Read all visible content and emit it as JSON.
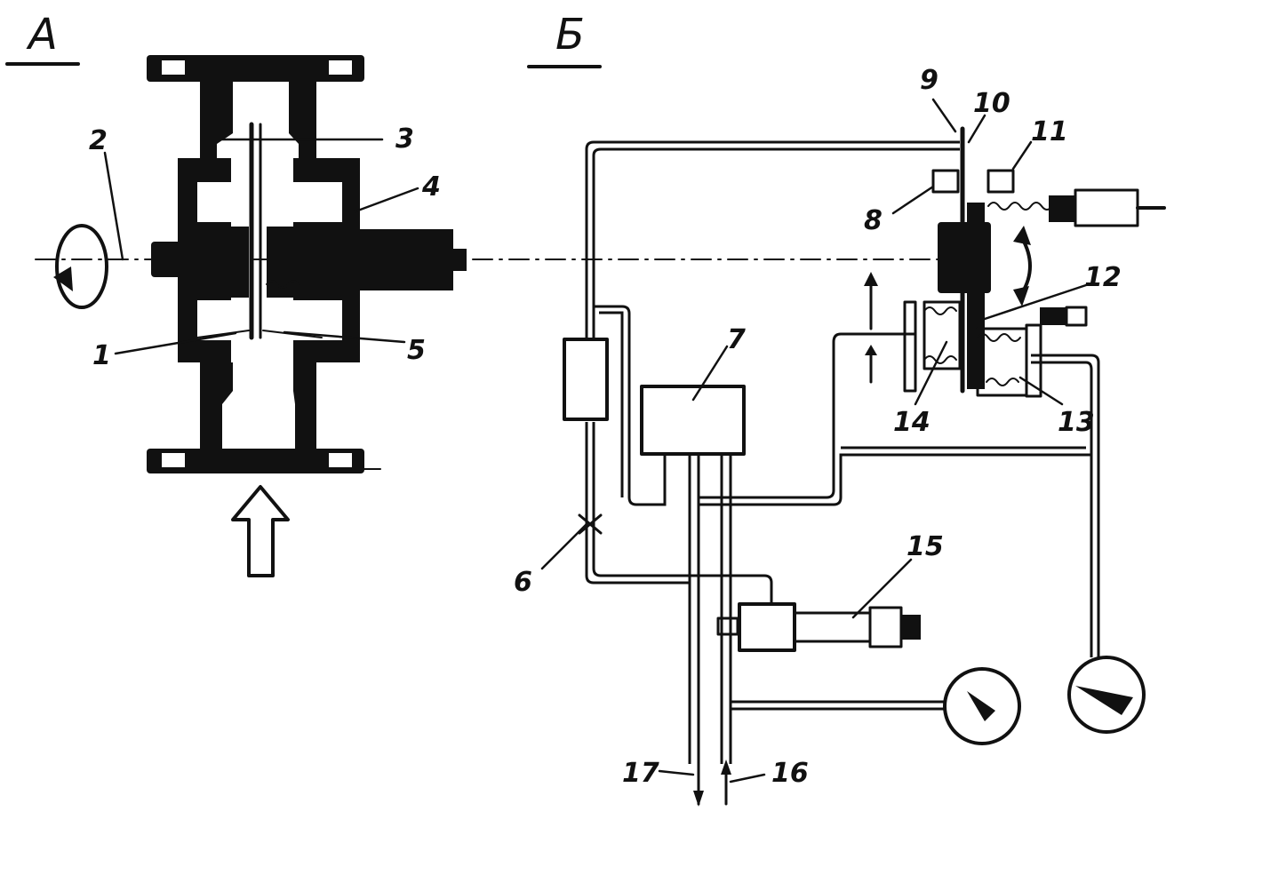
{
  "sections": {
    "a": "А",
    "b": "Б"
  },
  "labels": {
    "n1": "1",
    "n2": "2",
    "n3": "3",
    "n4": "4",
    "n5": "5",
    "n6": "6",
    "n7": "7",
    "n8": "8",
    "n9": "9",
    "n10": "10",
    "n11": "11",
    "n12": "12",
    "n13": "13",
    "n14": "14",
    "n15": "15",
    "n16": "16",
    "n17": "17"
  },
  "colors": {
    "ink": "#111111",
    "paper": "#ffffff"
  },
  "icons": [
    "rotation-arrow-icon",
    "flow-arrow-icon",
    "pressure-gauge-icon"
  ]
}
